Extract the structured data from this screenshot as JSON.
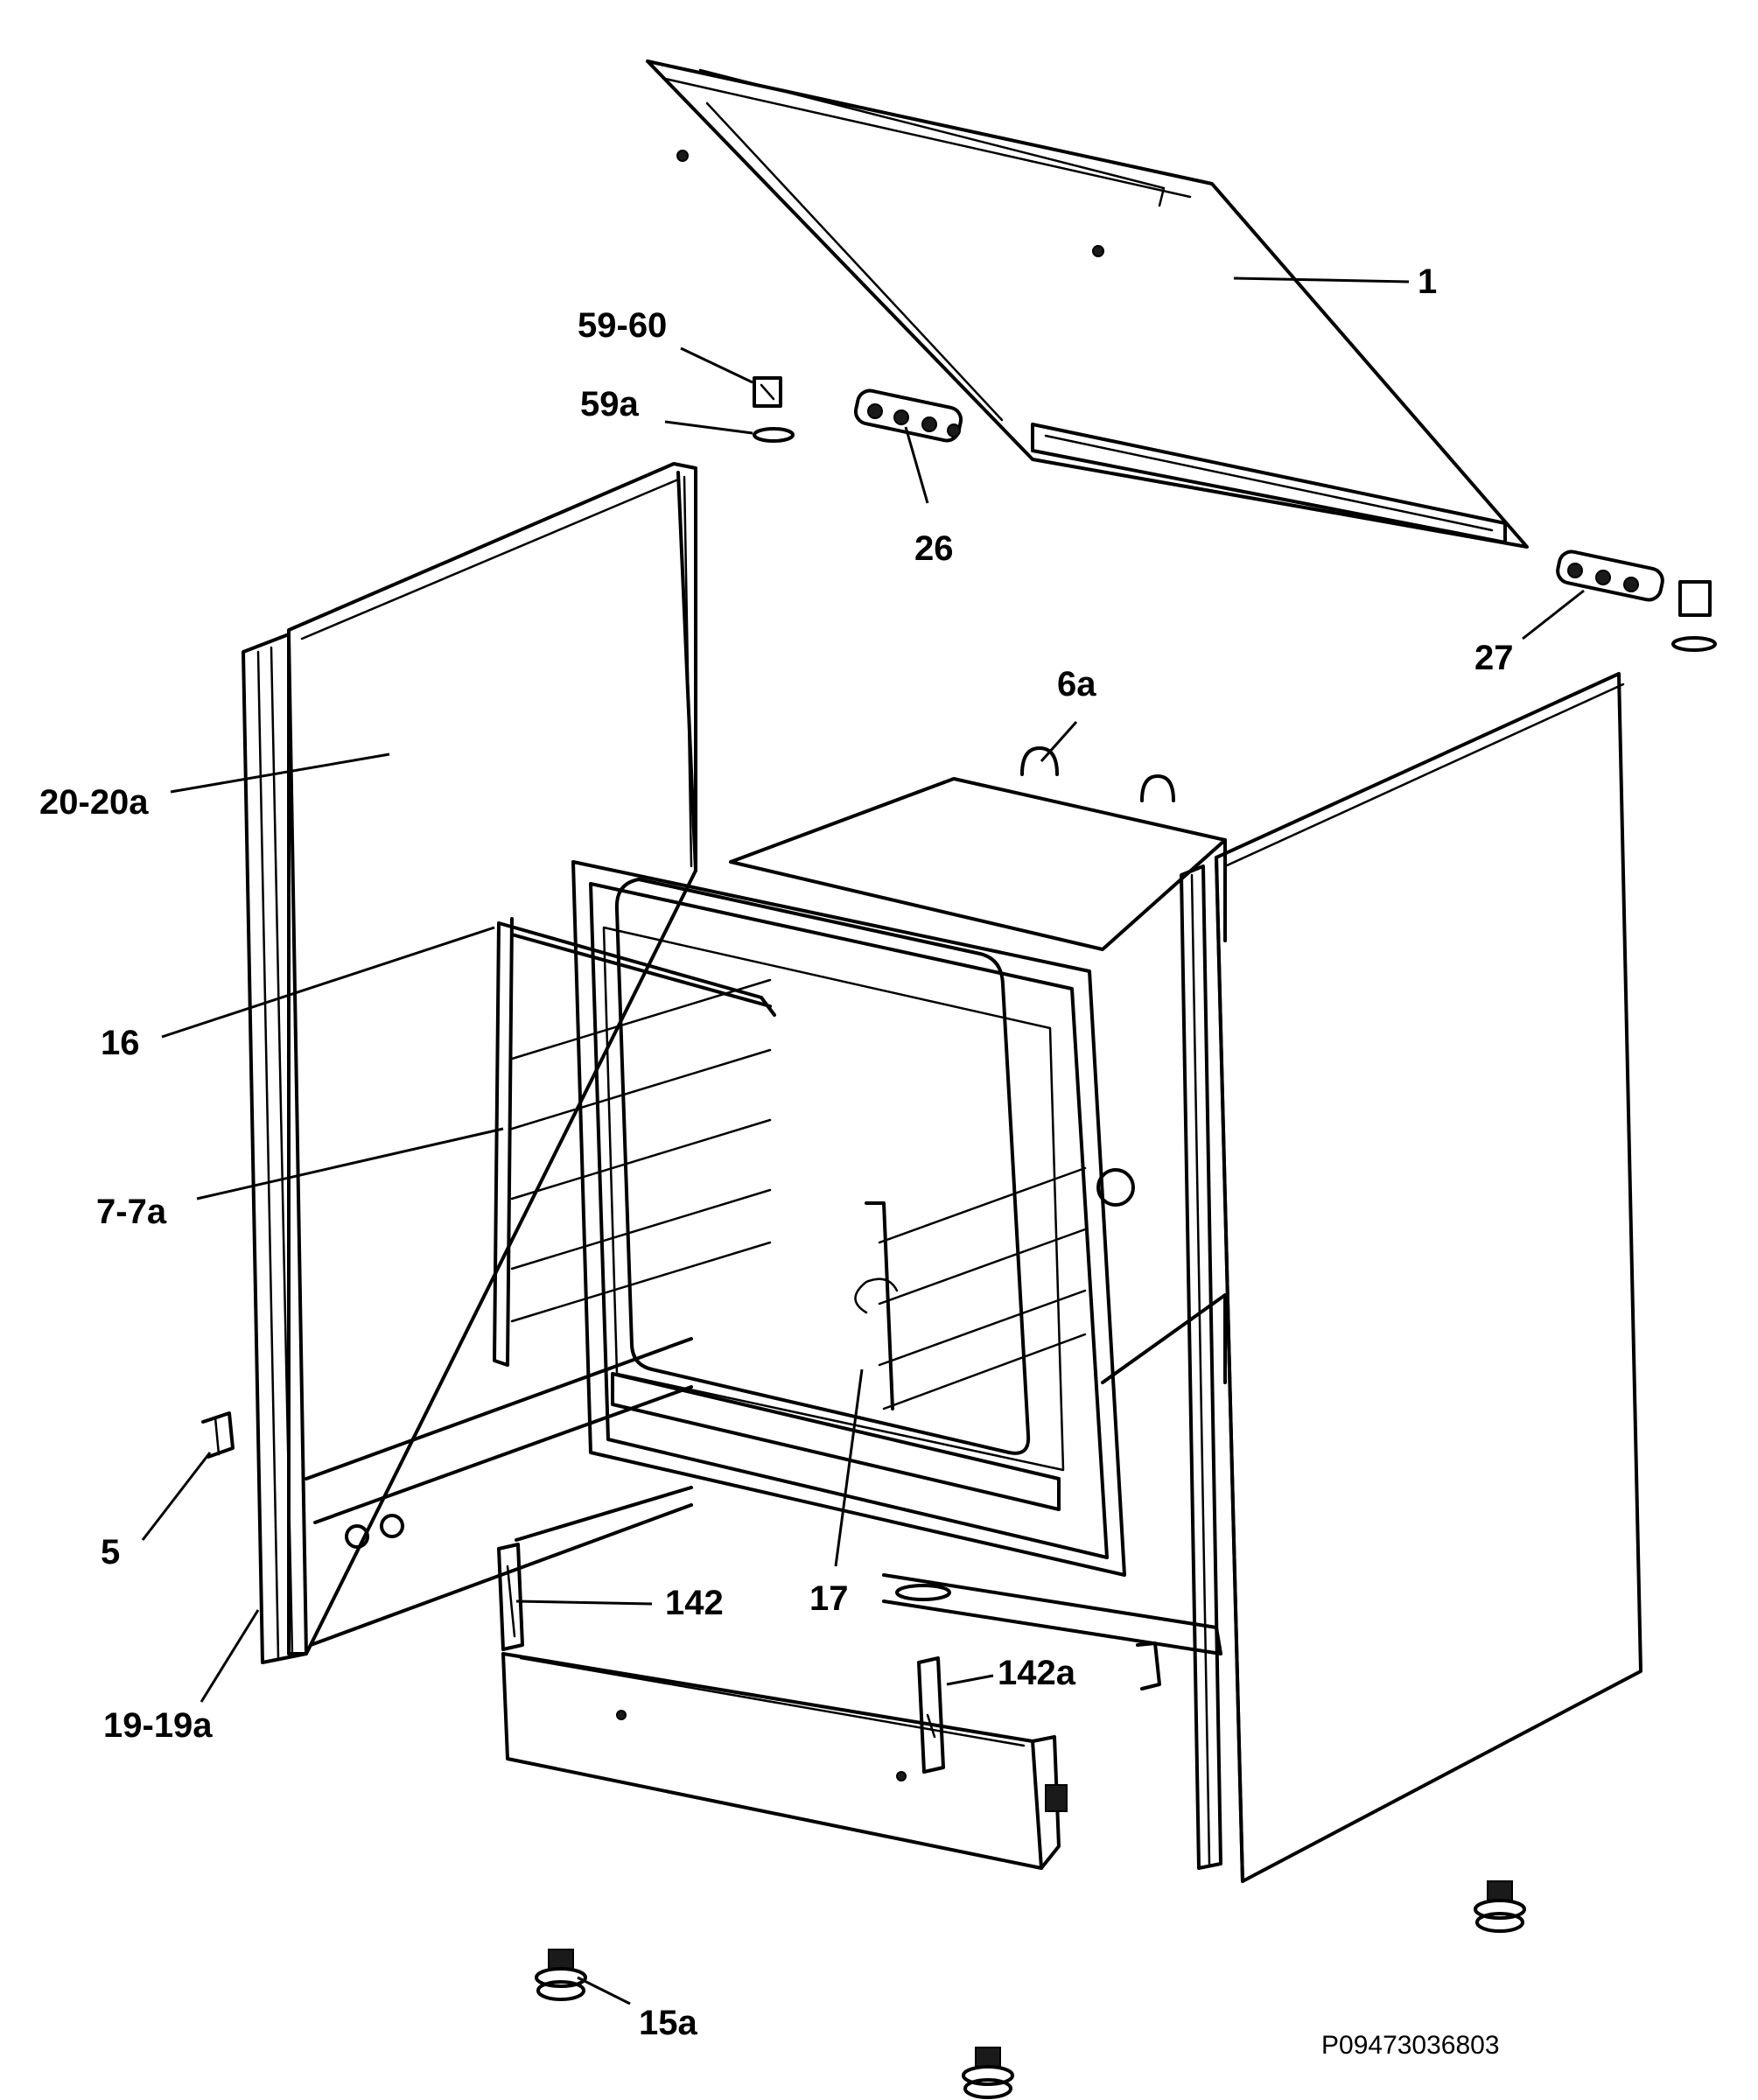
{
  "labels": {
    "p1": "1",
    "p59_60": "59-60",
    "p59a": "59a",
    "p26": "26",
    "p27": "27",
    "p6a": "6a",
    "p20_20a": "20-20a",
    "p16": "16",
    "p7_7a": "7-7a",
    "p5": "5",
    "p19_19a": "19-19a",
    "p142": "142",
    "p17": "17",
    "p142a": "142a",
    "p15a": "15a"
  },
  "drawing_code": "P09473036803"
}
